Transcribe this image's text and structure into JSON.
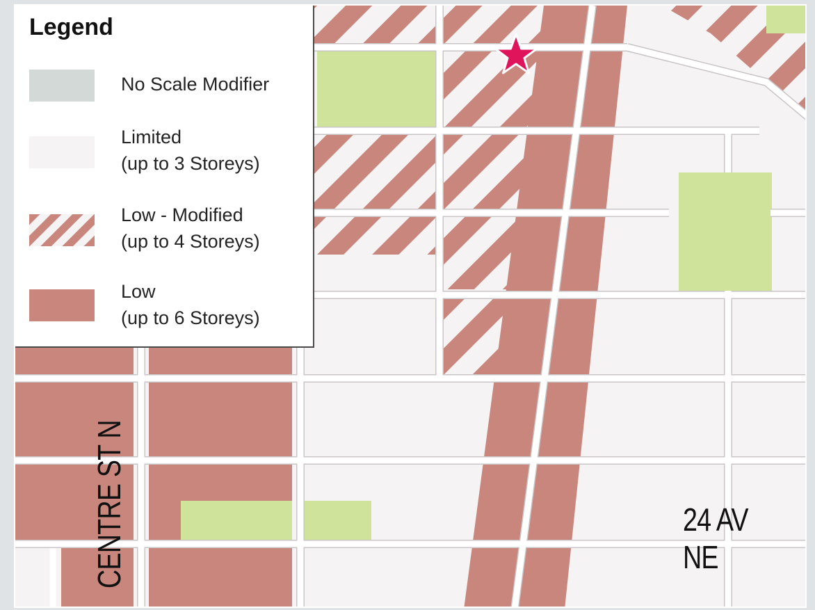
{
  "legend": {
    "title": "Legend",
    "items": [
      {
        "label_lines": [
          "No Scale Modifier"
        ],
        "category": "no-scale-modifier",
        "color": "#d3d9d6"
      },
      {
        "label_lines": [
          "Limited",
          "(up to 3 Storeys)"
        ],
        "category": "limited",
        "color": "#f6f3f4"
      },
      {
        "label_lines": [
          "Low - Modified",
          "(up to 4 Storeys)"
        ],
        "category": "low-modified",
        "color": "#c8867d"
      },
      {
        "label_lines": [
          "Low",
          "(up to 6 Storeys)"
        ],
        "category": "low",
        "color": "#c8867d"
      }
    ]
  },
  "streets": {
    "avenue_label": "24 AV NE",
    "street_label": "CENTRE ST N"
  },
  "map": {
    "site_marker": "star-icon",
    "colors": {
      "low": "#c8867d",
      "limited": "#f6f3f4",
      "park": "#cfe49a",
      "street": "#ffffff",
      "street_edge": "#c9c4c5",
      "marker": "#e0145a"
    }
  }
}
